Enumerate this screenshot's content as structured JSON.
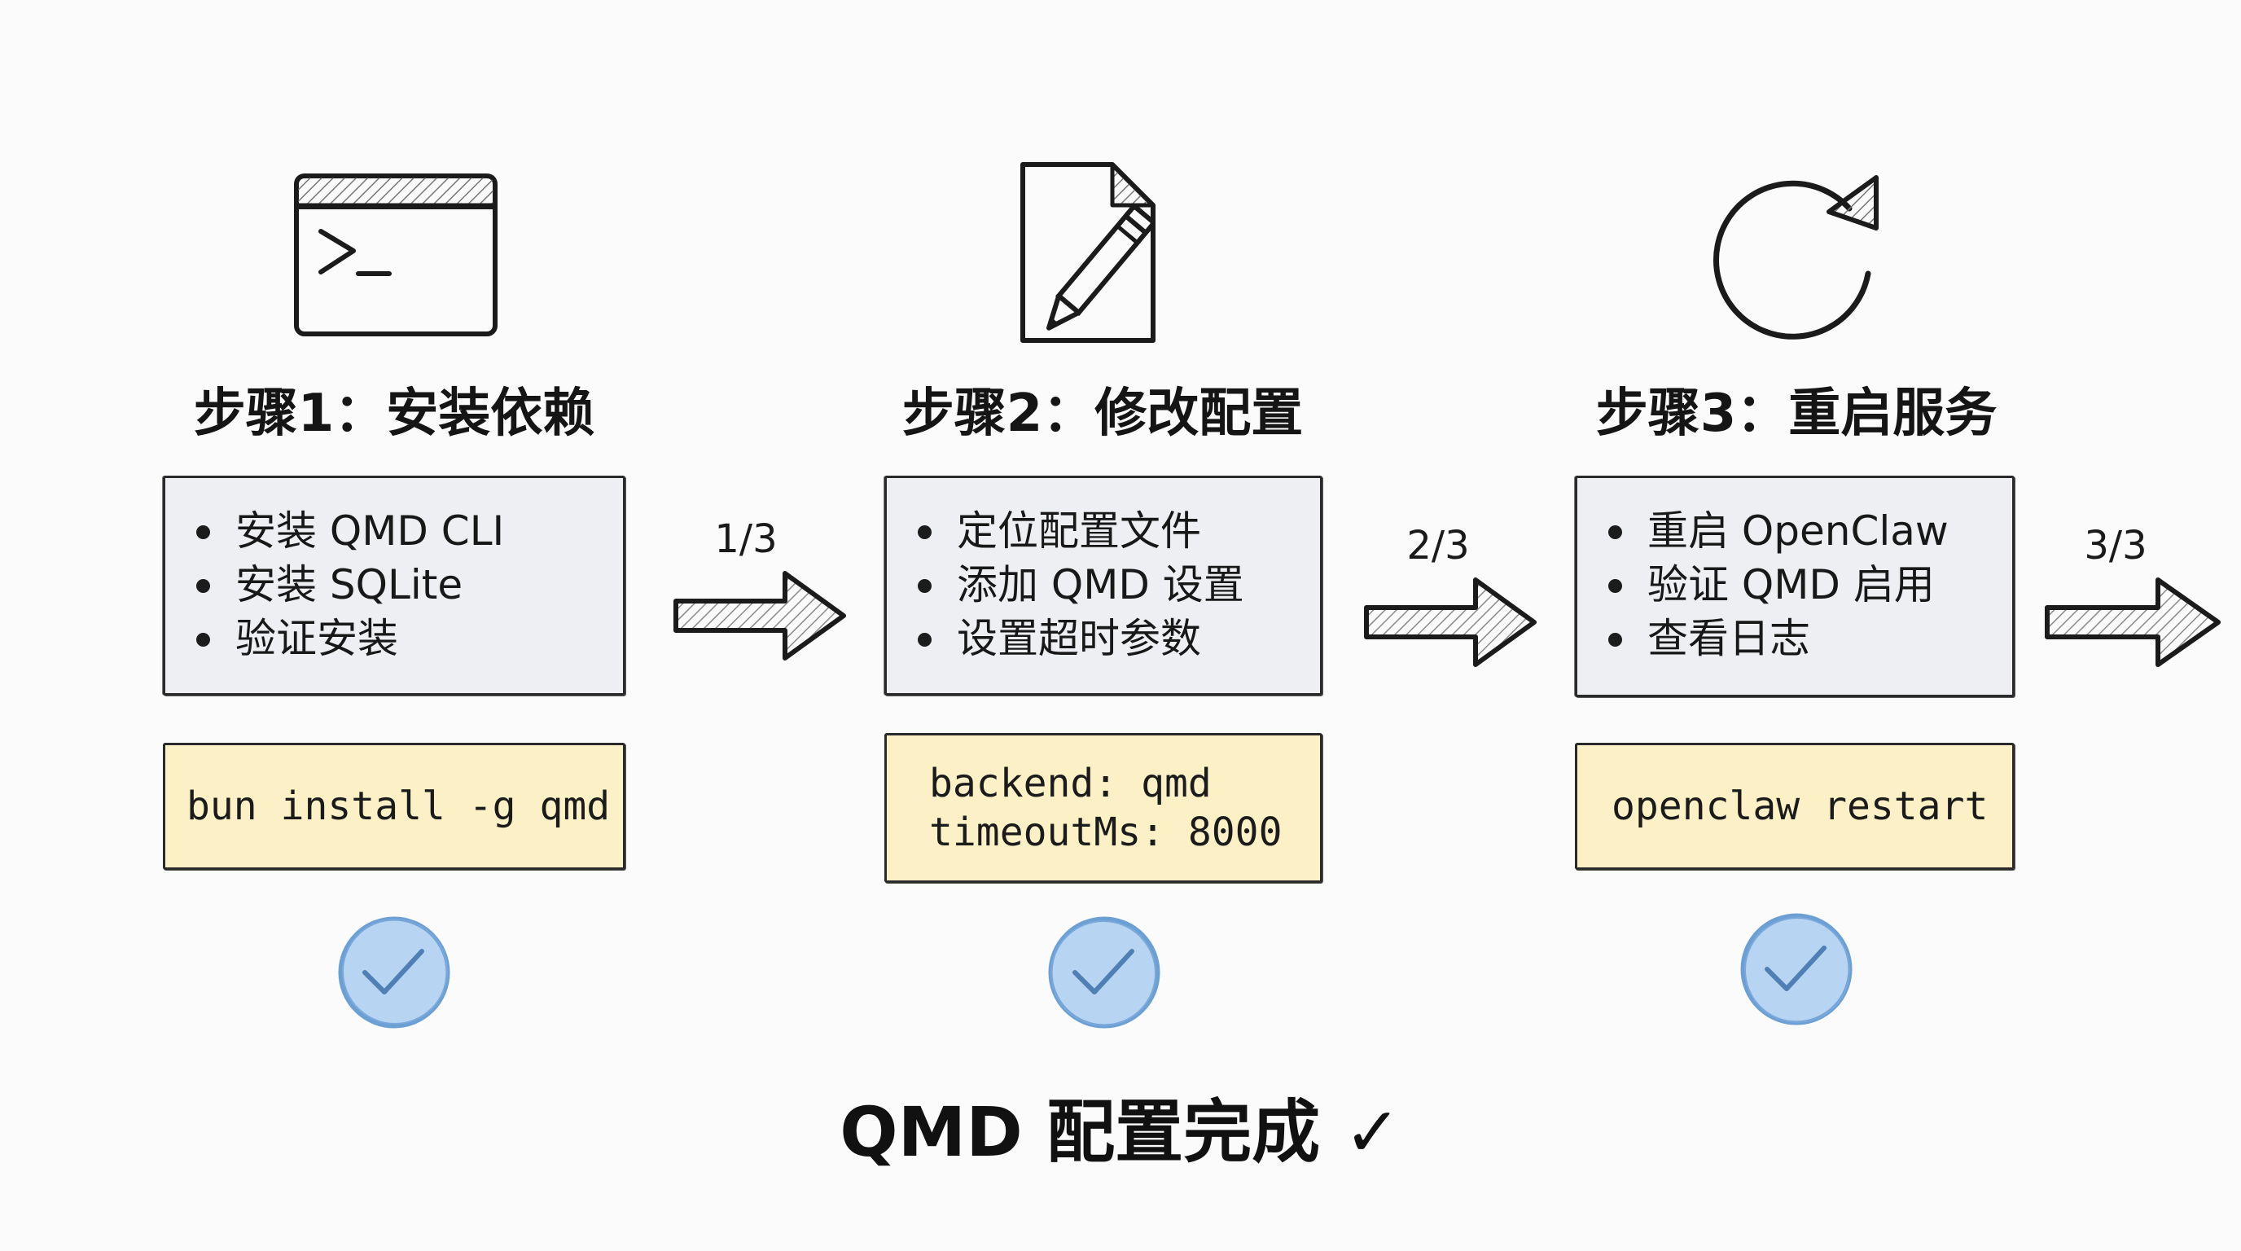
{
  "steps": [
    {
      "icon": "terminal-icon",
      "title": "步骤1：安装依赖",
      "tasks": [
        "安装 QMD CLI",
        "安装 SQLite",
        "验证安装"
      ],
      "code": [
        "bun install -g qmd"
      ],
      "status": "complete"
    },
    {
      "icon": "edit-file-icon",
      "title": "步骤2：修改配置",
      "tasks": [
        "定位配置文件",
        "添加 QMD 设置",
        "设置超时参数"
      ],
      "code": [
        "backend: qmd",
        "timeoutMs: 8000"
      ],
      "status": "complete"
    },
    {
      "icon": "restart-icon",
      "title": "步骤3：重启服务",
      "tasks": [
        "重启 OpenClaw",
        "验证 QMD 启用",
        "查看日志"
      ],
      "code": [
        "openclaw restart"
      ],
      "status": "complete"
    }
  ],
  "arrows": [
    {
      "label": "1/3"
    },
    {
      "label": "2/3"
    },
    {
      "label": "3/3"
    }
  ],
  "footer": {
    "text": "QMD 配置完成 ✓"
  },
  "colors": {
    "task_box_fill": "#eeeff2",
    "code_box_fill": "#fbf0c6",
    "check_fill": "#b7d4f2",
    "check_stroke": "#6c9fd4",
    "ink": "#1b1b1b"
  }
}
